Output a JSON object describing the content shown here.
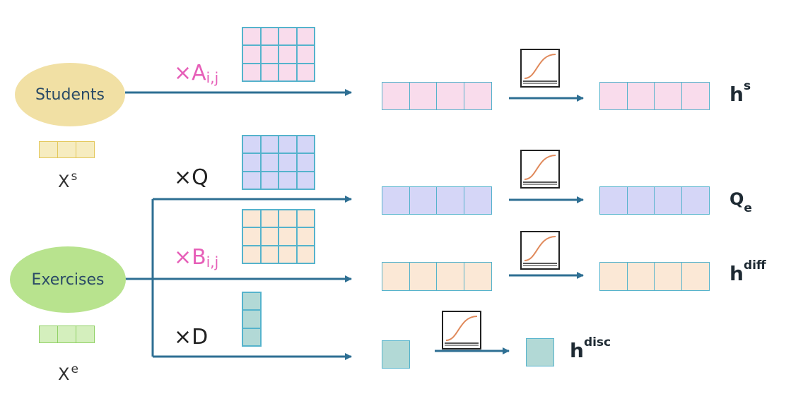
{
  "nodes": {
    "students": {
      "label": "Students",
      "feature_var": "X",
      "feature_sup": "s"
    },
    "exercises": {
      "label": "Exercises",
      "feature_var": "X",
      "feature_sup": "e"
    }
  },
  "ops": {
    "a": {
      "prefix": "×A",
      "sub": "i,j"
    },
    "q": {
      "prefix": "×Q"
    },
    "b": {
      "prefix": "×B",
      "sub": "i,j"
    },
    "d": {
      "prefix": "×D"
    }
  },
  "outputs": {
    "hs": {
      "base": "h",
      "sup": "s"
    },
    "qe": {
      "base": "Q",
      "sub": "e"
    },
    "hdiff": {
      "base": "h",
      "sup": "diff"
    },
    "hdisc": {
      "base": "h",
      "sup": "disc"
    }
  },
  "colors": {
    "pink": "#f9dcec",
    "blue": "#d5d6f7",
    "peach": "#fbe8d6",
    "teal": "#b2d9d6",
    "yellow_cell": "#f6ecc0",
    "green_cell": "#d4efbd",
    "arrow": "#2e6f93",
    "sigmoid": "#e08a5c"
  }
}
